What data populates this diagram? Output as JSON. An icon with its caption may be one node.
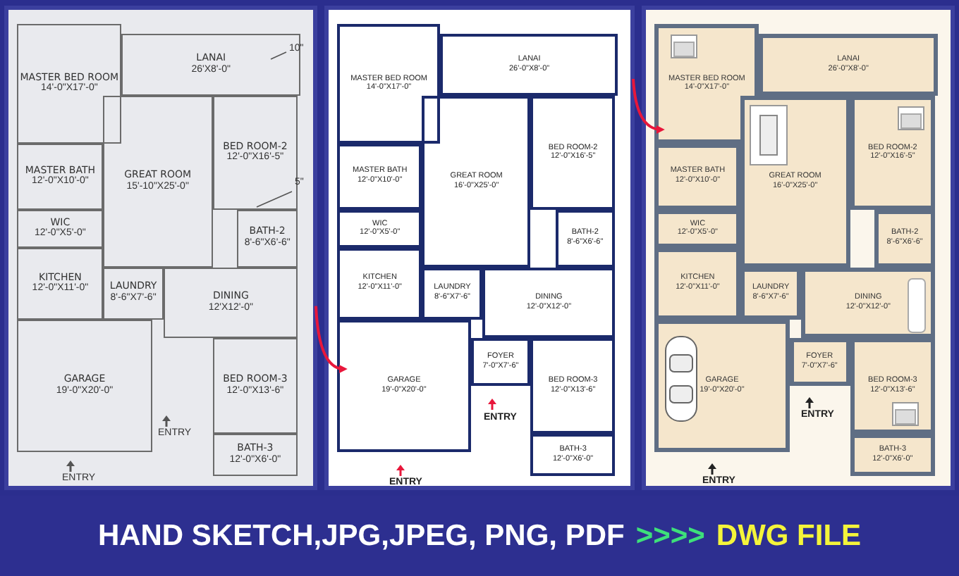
{
  "diagram": {
    "nodes": [
      {
        "text": [],
        "shape": "box"
      },
      {
        "text": [
          "MASTER BED ROOM",
          "14'-0\"X17'-0\""
        ],
        "in": 0
      },
      {
        "text": [
          "LANAI",
          "26'X8'-0\""
        ],
        "in": 0
      },
      {
        "text": [
          "MASTER BATH",
          "12'-0\"X10'-0\""
        ],
        "in": 0
      },
      {
        "text": [
          "GREAT ROOM",
          "15'-10\"X25'-0\""
        ],
        "in": 0
      },
      {
        "text": [
          "BED ROOM-2",
          "12'-0\"X16'-5\""
        ],
        "in": 0
      },
      {
        "text": [
          "WIC",
          "12'-0\"X5'-0\""
        ],
        "in": 0
      },
      {
        "text": [
          "BATH-2",
          "8'-6\"X6'-6\""
        ],
        "in": 0
      },
      {
        "text": [
          "KITCHEN",
          "12'-0\"X11'-0\""
        ],
        "in": 0
      },
      {
        "text": [
          "LAUNDRY",
          "8'-6\"X7'-6\""
        ],
        "in": 0
      },
      {
        "text": [
          "DINING",
          "12'X12'-0\""
        ],
        "in": 0
      },
      {
        "text": [
          "GARAGE",
          "19'-0\"X20'-0\""
        ],
        "in": 0
      },
      {
        "text": [
          "BED ROOM-3",
          "12'-0\"X13'-6\""
        ],
        "in": 0
      },
      {
        "text": [
          "BATH-3",
          "12'-0\"X6'-0\""
        ],
        "in": 0
      },
      {
        "text": [],
        "shape": "box"
      },
      {
        "text": [
          "MASTER BED ROOM",
          "14'-0\"X17'-0\""
        ],
        "in": 14
      },
      {
        "text": [
          "LANAI",
          "26'-0\"X8'-0\""
        ],
        "in": 14
      },
      {
        "text": [
          "MASTER BATH",
          "12'-0\"X10'-0\""
        ],
        "in": 14
      },
      {
        "text": [
          "GREAT ROOM",
          "16'-0\"X25'-0\""
        ],
        "in": 14
      },
      {
        "text": [
          "BED ROOM-2",
          "12'-0\"X16'-5\""
        ],
        "in": 14
      },
      {
        "text": [
          "WIC",
          "12'-0\"X5'-0\""
        ],
        "in": 14
      },
      {
        "text": [
          "BATH-2",
          "8'-6\"X6'-6\""
        ],
        "in": 14
      },
      {
        "text": [
          "KITCHEN",
          "12'-0\"X11'-0\""
        ],
        "in": 14
      },
      {
        "text": [
          "LAUNDRY",
          "8'-6\"X7'-6\""
        ],
        "in": 14
      },
      {
        "text": [
          "DINING",
          "12'-0\"X12'-0\""
        ],
        "in": 14
      },
      {
        "text": [
          "FOYER",
          "7'-0\"X7'-6\""
        ],
        "in": 14
      },
      {
        "text": [
          "GARAGE",
          "19'-0\"X20'-0\""
        ],
        "in": 14
      },
      {
        "text": [
          "BED ROOM-3",
          "12'-0\"X13'-6\""
        ],
        "in": 14
      },
      {
        "text": [
          "BATH-3",
          "12'-0\"X6'-0\""
        ],
        "in": 14
      },
      {
        "text": [],
        "shape": "box"
      },
      {
        "text": [
          "MASTER BED ROOM",
          "14'-0\"X17'-0\""
        ],
        "in": 29
      },
      {
        "text": [
          "LANAI",
          "26'-0\"X8'-0\""
        ],
        "in": 29
      },
      {
        "text": [
          "MASTER BATH",
          "12'-0\"X10'-0\""
        ],
        "in": 29
      },
      {
        "text": [
          "GREAT ROOM",
          "16'-0\"X25'-0\""
        ],
        "in": 29
      },
      {
        "text": [
          "BED ROOM-2",
          "12'-0\"X16'-5\""
        ],
        "in": 29
      },
      {
        "text": [
          "WIC",
          "12'-0\"X5'-0\""
        ],
        "in": 29
      },
      {
        "text": [
          "BATH-2",
          "8'-6\"X6'-6\""
        ],
        "in": 29
      },
      {
        "text": [
          "KITCHEN",
          "12'-0\"X11'-0\""
        ],
        "in": 29
      },
      {
        "text": [
          "LAUNDRY",
          "8'-6\"X7'-6\""
        ],
        "in": 29
      },
      {
        "text": [
          "DINING",
          "12'-0\"X12'-0\""
        ],
        "in": 29
      },
      {
        "text": [
          "FOYER",
          "7'-0\"X7'-6\""
        ],
        "in": 29
      },
      {
        "text": [
          "GARAGE",
          "19'-0\"X20'-0\""
        ],
        "in": 29
      },
      {
        "text": [
          "BED ROOM-3",
          "12'-0\"X13'-6\""
        ],
        "in": 29
      },
      {
        "text": [
          "BATH-3",
          "12'-0\"X6'-0\""
        ],
        "in": 29
      }
    ],
    "edges": [
      {
        "from": 0,
        "to": 14,
        "arrow": "to"
      },
      {
        "from": 14,
        "to": 29,
        "arrow": "to"
      }
    ],
    "labels": [
      "10\"",
      "5\"",
      "ENTRY",
      "ENTRY",
      "ENTRY",
      "ENTRY",
      "ENTRY",
      "ENTRY",
      "HAND SKETCH,JPG,JPEG, PNG, PDF",
      ">>>>",
      "DWG FILE"
    ]
  }
}
